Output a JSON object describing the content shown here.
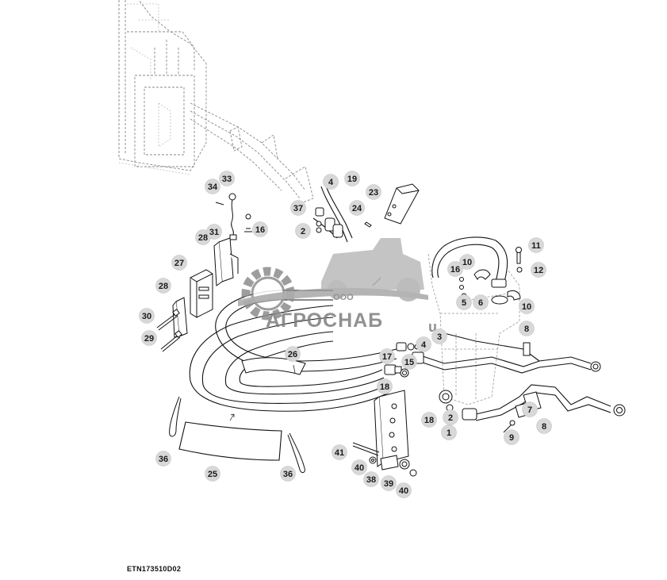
{
  "figure_code": "ETN173510D02",
  "watermark": {
    "company_prefix": "ООО",
    "company_name": "АГРОСНАБ",
    "fragment": "u"
  },
  "callouts": [
    {
      "label": "33"
    },
    {
      "label": "34"
    },
    {
      "label": "4"
    },
    {
      "label": "19"
    },
    {
      "label": "23"
    },
    {
      "label": "37"
    },
    {
      "label": "24"
    },
    {
      "label": "16"
    },
    {
      "label": "2"
    },
    {
      "label": "28"
    },
    {
      "label": "31"
    },
    {
      "label": "11"
    },
    {
      "label": "10"
    },
    {
      "label": "12"
    },
    {
      "label": "16"
    },
    {
      "label": "27"
    },
    {
      "label": "5"
    },
    {
      "label": "6"
    },
    {
      "label": "10"
    },
    {
      "label": "28"
    },
    {
      "label": "30"
    },
    {
      "label": "29"
    },
    {
      "label": "26"
    },
    {
      "label": "3"
    },
    {
      "label": "4"
    },
    {
      "label": "17"
    },
    {
      "label": "8"
    },
    {
      "label": "15"
    },
    {
      "label": "18"
    },
    {
      "label": "18"
    },
    {
      "label": "2"
    },
    {
      "label": "7"
    },
    {
      "label": "8"
    },
    {
      "label": "1"
    },
    {
      "label": "9"
    },
    {
      "label": "36"
    },
    {
      "label": "41"
    },
    {
      "label": "40"
    },
    {
      "label": "25"
    },
    {
      "label": "36"
    },
    {
      "label": "38"
    },
    {
      "label": "39"
    },
    {
      "label": "40"
    }
  ]
}
